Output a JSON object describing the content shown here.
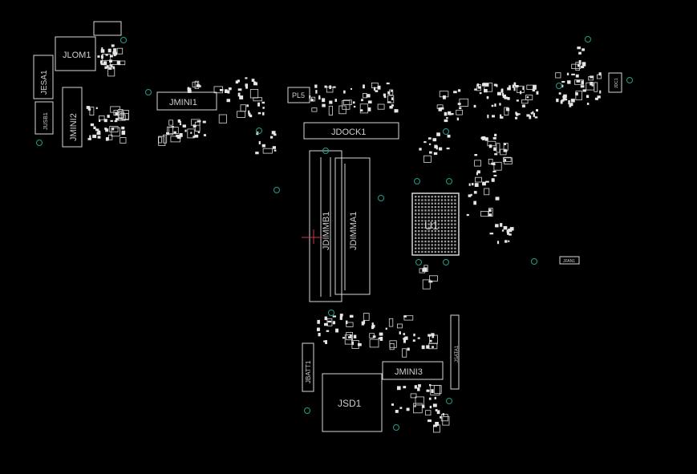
{
  "viewer": {
    "background": "#000000",
    "outline_color": "#d8d8d8",
    "pad_color": "#e6e6e6",
    "via_color": "#1f9e8a",
    "probe_color": "#c83a4a"
  },
  "components": {
    "jlom1": "JLOM1",
    "jesa1": "JESA1",
    "jusb1": "JUSB1",
    "jmini2": "JMINI2",
    "jmini1": "JMINI1",
    "pl5": "PL5",
    "jdock1": "JDOCK1",
    "jdimmb1": "JDIMMB1",
    "jdimma1": "JDIMMA1",
    "u1": "U1",
    "jmini3": "JMINI3",
    "jsd1": "JSD1",
    "jsata1": "JSATA1",
    "jbat1": "JBATT1",
    "jfan1": "JFAN1",
    "jdc1": "JDC1"
  }
}
